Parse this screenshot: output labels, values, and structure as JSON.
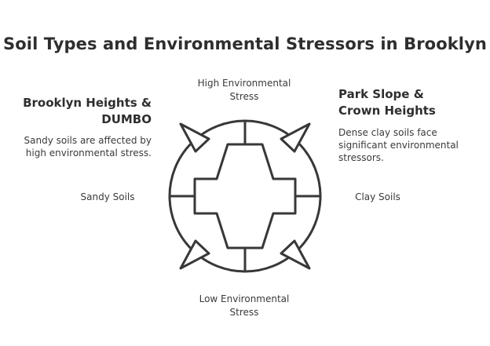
{
  "title": "Soil Types and Environmental Stressors in Brooklyn",
  "axes": {
    "top": [
      "High Environmental",
      "Stress"
    ],
    "bottom": [
      "Low Environmental",
      "Stress"
    ],
    "left": "Sandy Soils",
    "right": "Clay Soils"
  },
  "left_panel": {
    "heading": [
      "Brooklyn Heights &",
      "DUMBO"
    ],
    "description": [
      "Sandy soils are affected by",
      "high environmental stress."
    ]
  },
  "right_panel": {
    "heading": [
      "Park Slope &",
      "Crown Heights"
    ],
    "description": [
      "Dense clay soils face",
      "significant environmental",
      "stressors."
    ]
  },
  "colors": {
    "stroke": "#383838",
    "text": "#2e2e2e",
    "background": "#ffffff"
  }
}
